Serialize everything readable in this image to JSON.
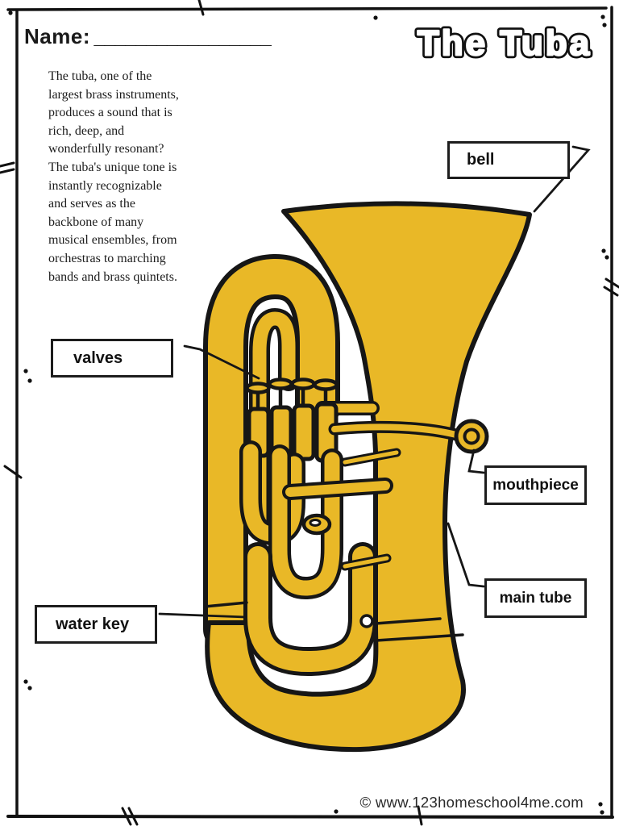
{
  "page": {
    "name_label": "Name:",
    "name_line": "_________________",
    "title": "The Tuba",
    "intro": "The tuba, one of the\nlargest brass instruments,\nproduces a sound that is\nrich, deep, and\nwonderfully resonant?\nThe tuba's unique tone is\ninstantly recognizable\nand serves as the\nbackbone of many\nmusical ensembles, from\norchestras to marching\nbands and brass quintets.",
    "footer": "© www.123homeschool4me.com"
  },
  "labels": {
    "bell": "bell",
    "valves": "valves",
    "mouthpiece": "mouthpiece",
    "main_tube": "main tube",
    "water_key": "water key"
  },
  "diagram": {
    "subject": "tuba",
    "label_count": 5
  },
  "colors": {
    "brass": "#E9B827",
    "outline": "#161616",
    "ink": "#1a1a1a"
  }
}
